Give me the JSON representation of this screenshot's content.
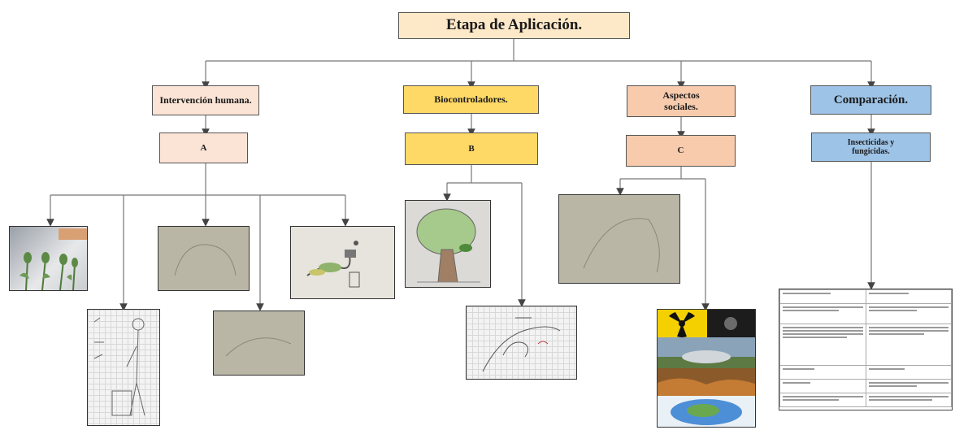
{
  "title": "Etapa de Aplicación.",
  "branches": [
    {
      "label": "Intervención humana.",
      "sub": "A"
    },
    {
      "label": "Biocontroladores.",
      "sub": "B"
    },
    {
      "label": "Aspectos sociales.",
      "sub": "C"
    },
    {
      "label": "Comparación.",
      "sub": "Insecticidas y fungicidas."
    }
  ],
  "colors": {
    "title_fill": "#fde9c8",
    "pink_fill": "#fbe4d6",
    "salmon_fill": "#f7cbac",
    "yellow_fill": "#ffd966",
    "blue_fill": "#9dc3e6",
    "connector": "#666666"
  },
  "illustrations": [
    "tulip-photo",
    "sand-drawing",
    "faucet-plant-drawing",
    "human-figure-grid-drawing",
    "sand-drawing-2",
    "tree-drawing",
    "hand-grid-drawing",
    "sand-drawing-3",
    "social-collage",
    "comparison-table"
  ]
}
